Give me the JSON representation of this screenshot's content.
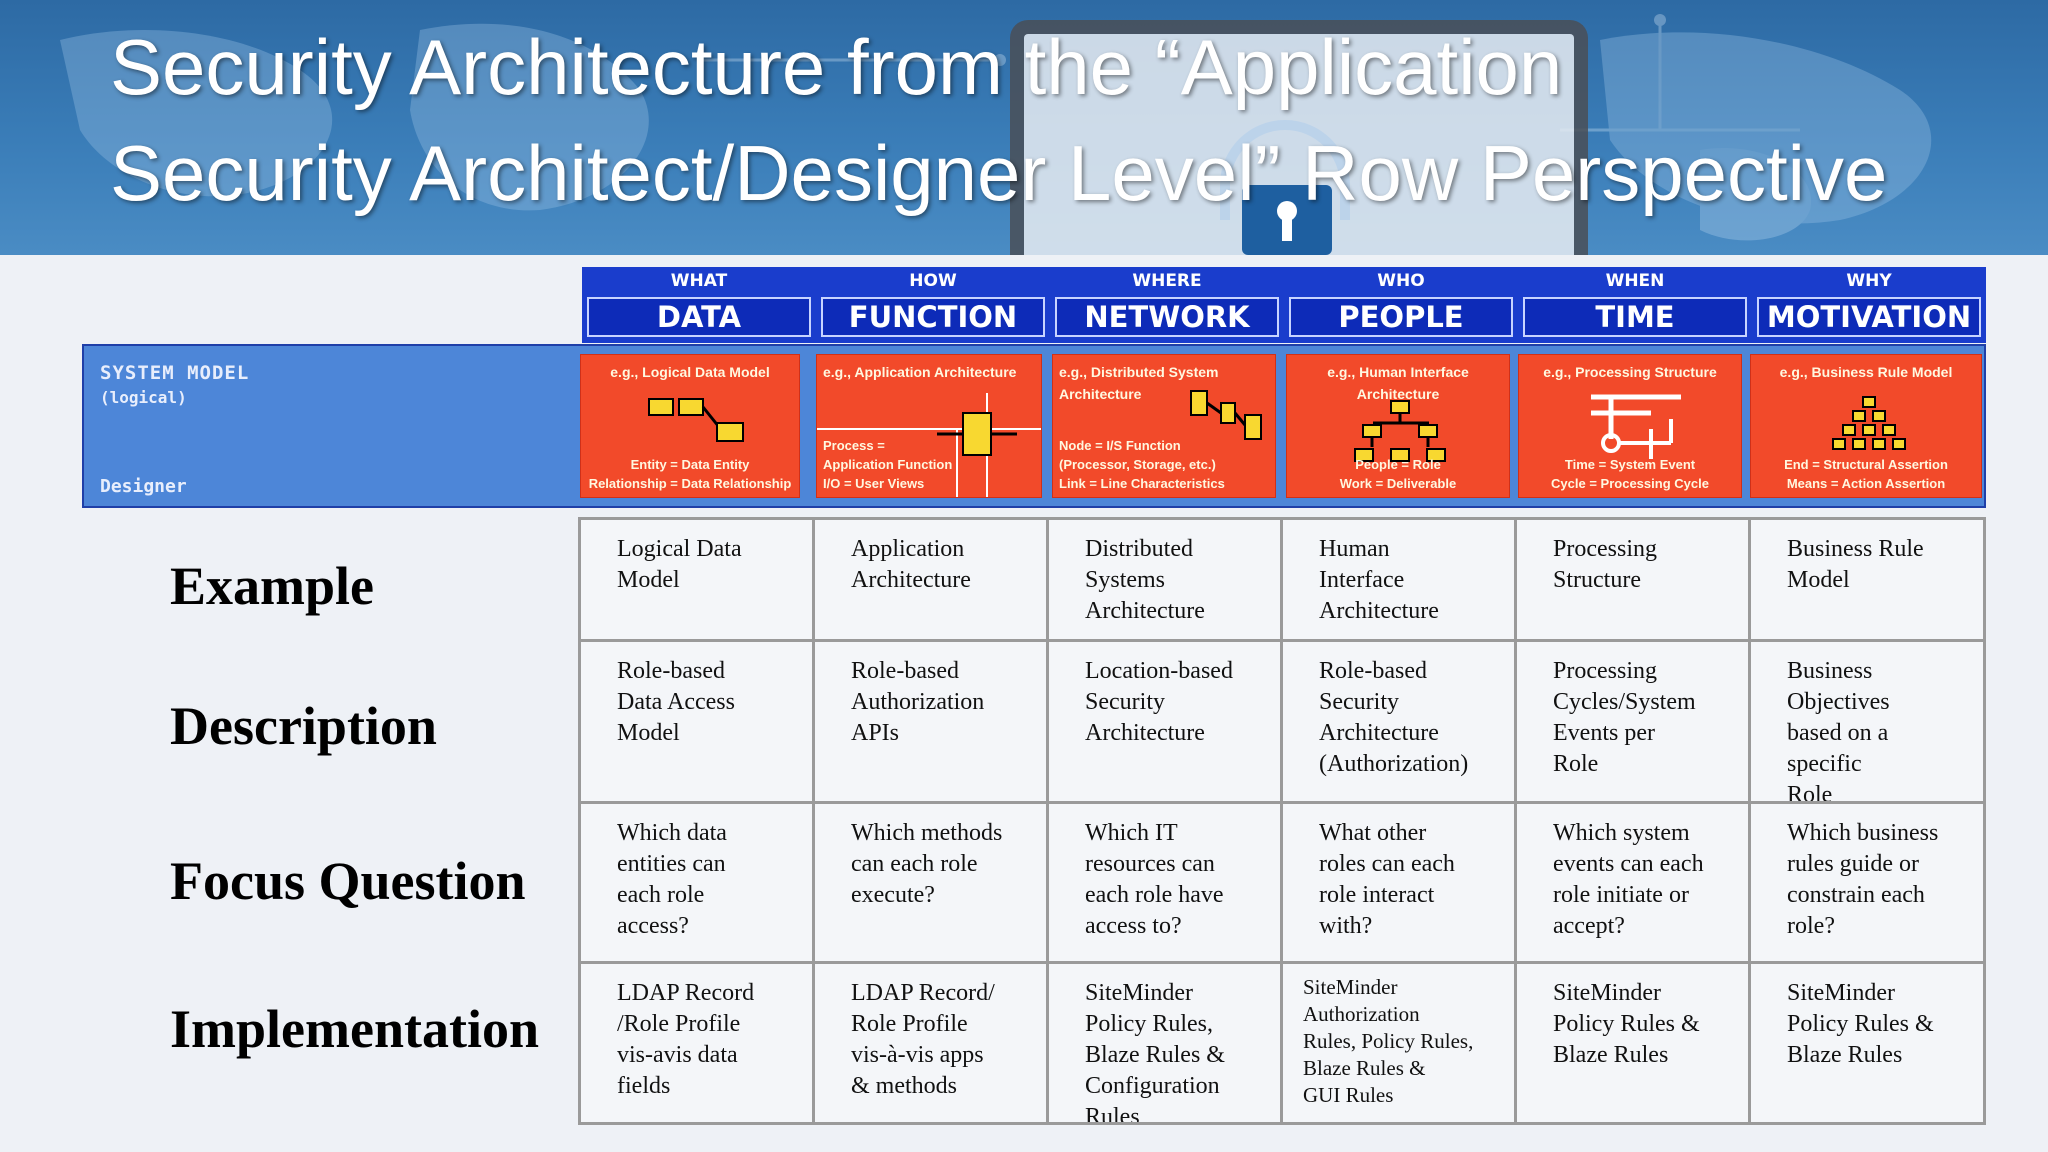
{
  "title": {
    "line1": "Security Architecture from the  “Application",
    "line2": "Security Architect/Designer Level” Row Perspective"
  },
  "zachman": {
    "columns": [
      {
        "question": "WHAT",
        "aspect": "DATA"
      },
      {
        "question": "HOW",
        "aspect": "FUNCTION"
      },
      {
        "question": "WHERE",
        "aspect": "NETWORK"
      },
      {
        "question": "WHO",
        "aspect": "PEOPLE"
      },
      {
        "question": "WHEN",
        "aspect": "TIME"
      },
      {
        "question": "WHY",
        "aspect": "MOTIVATION"
      }
    ],
    "row": {
      "title": "SYSTEM MODEL",
      "subtitle": "(logical)",
      "role": "Designer"
    },
    "cells": [
      {
        "top": "e.g., Logical Data Model",
        "bottom": "Entity = Data Entity\nRelationship = Data Relationship"
      },
      {
        "top": "e.g., Application Architecture",
        "bottom": "Process =\nApplication Function\nI/O = User Views"
      },
      {
        "top": "e.g., Distributed System\nArchitecture",
        "bottom": "Node = I/S Function\n(Processor, Storage, etc.)\nLink = Line Characteristics"
      },
      {
        "top": "e.g., Human Interface\nArchitecture",
        "bottom": "People = Role\nWork = Deliverable"
      },
      {
        "top": "e.g., Processing Structure",
        "bottom": "Time = System Event\nCycle = Processing Cycle"
      },
      {
        "top": "e.g., Business Rule Model",
        "bottom": "End = Structural Assertion\nMeans = Action Assertion"
      }
    ]
  },
  "row_labels": [
    "Example",
    "Description",
    "Focus Question",
    "Implementation"
  ],
  "table": {
    "rows": [
      [
        "Logical Data\nModel",
        "Application\nArchitecture",
        "Distributed\nSystems\nArchitecture",
        "Human\nInterface\nArchitecture",
        "Processing\nStructure",
        "Business Rule\nModel"
      ],
      [
        "Role-based\nData Access\nModel",
        "Role-based\nAuthorization\nAPIs",
        "Location-based\nSecurity\nArchitecture",
        "Role-based\nSecurity\nArchitecture\n(Authorization)",
        "Processing\nCycles/System\nEvents per\nRole",
        "Business\nObjectives\nbased on a\nspecific\nRole"
      ],
      [
        "Which data\nentities can\neach role\naccess?",
        "Which methods\ncan each role\nexecute?",
        "Which IT\nresources can\neach role have\naccess to?",
        "What other\nroles can each\nrole interact\nwith?",
        "Which system\nevents can each\nrole initiate or\naccept?",
        "Which business\nrules guide or\nconstrain each\nrole?"
      ],
      [
        "LDAP Record\n/Role Profile\nvis-avis data\nfields",
        "LDAP Record/\nRole Profile\nvis-à-vis apps\n& methods",
        "SiteMinder\nPolicy Rules,\nBlaze Rules &\nConfiguration\nRules",
        "SiteMinder\nAuthorization\nRules, Policy Rules,\nBlaze Rules &\nGUI Rules",
        "SiteMinder\nPolicy Rules &\nBlaze Rules",
        "SiteMinder\nPolicy Rules &\nBlaze Rules"
      ]
    ]
  },
  "colors": {
    "banner": "#2d6aa4",
    "zachman_header": "#1a3dcc",
    "system_model_band": "#4d86d8",
    "cell_red": "#f24a2a",
    "table_border": "#9a9a9a"
  }
}
